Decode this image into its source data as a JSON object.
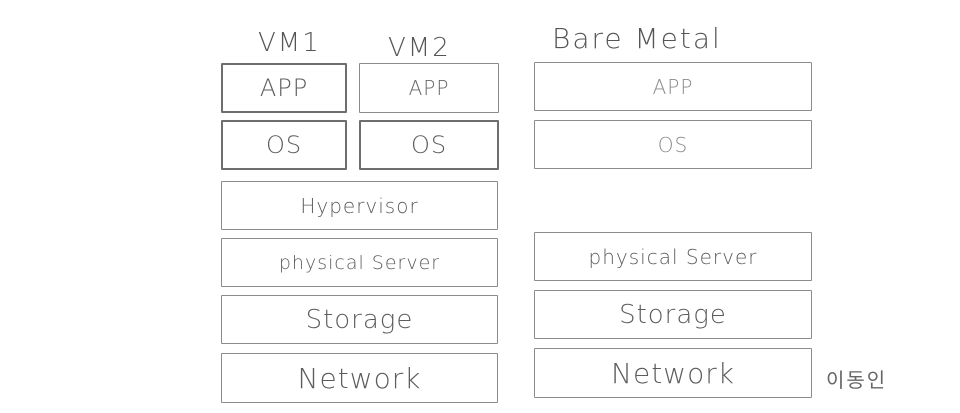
{
  "headings": {
    "vm1": "VM1",
    "vm2": "VM2",
    "bare_metal": "Bare Metal"
  },
  "vm_stack": {
    "vm1_app": "APP",
    "vm1_os": "OS",
    "vm2_app": "APP",
    "vm2_os": "OS",
    "hypervisor": "Hypervisor",
    "physical_server": "physical Server",
    "storage": "Storage",
    "network": "Network"
  },
  "bare_metal_stack": {
    "app": "APP",
    "os": "OS",
    "physical_server": "physical Server",
    "storage": "Storage",
    "network": "Network"
  },
  "signature": "이동인"
}
